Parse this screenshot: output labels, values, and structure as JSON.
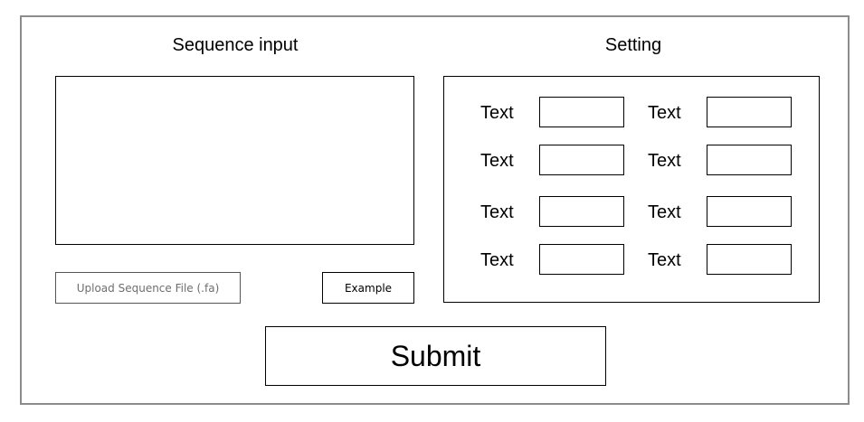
{
  "sequence": {
    "title": "Sequence input",
    "textarea_value": "",
    "upload_label": "Upload Sequence File (.fa)",
    "example_label": "Example"
  },
  "setting": {
    "title": "Setting",
    "rows": [
      {
        "left_label": "Text",
        "left_value": "",
        "right_label": "Text",
        "right_value": ""
      },
      {
        "left_label": "Text",
        "left_value": "",
        "right_label": "Text",
        "right_value": ""
      },
      {
        "left_label": "Text",
        "left_value": "",
        "right_label": "Text",
        "right_value": ""
      },
      {
        "left_label": "Text",
        "left_value": "",
        "right_label": "Text",
        "right_value": ""
      }
    ]
  },
  "submit_label": "Submit"
}
